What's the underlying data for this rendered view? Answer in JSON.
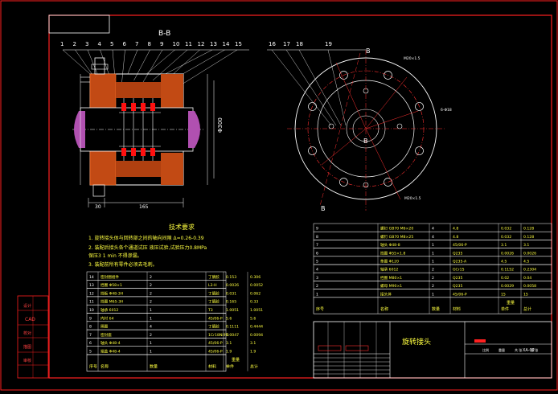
{
  "section_label": "B-B",
  "callouts_left": [
    "1",
    "2",
    "3",
    "4",
    "5",
    "6",
    "7",
    "8",
    "9",
    "10",
    "11",
    "12",
    "13",
    "14",
    "15"
  ],
  "callouts_right": [
    "16",
    "17",
    "18",
    "19"
  ],
  "cut_marks": {
    "top": "B",
    "bottom": "B",
    "center": "B"
  },
  "dim_left_a": "30",
  "dim_left_b": "165",
  "dim_diameter": "Φ300",
  "tech_title": "技术要求",
  "tech_notes": [
    "1. 旋转接头体与回转部之间的轴向间隙 Δ=0.26-0.39",
    "2. 装配后接头各个通道试压 液压试验,试验压力0.8MPa",
    "   保压3 1 min   不得渗漏。",
    "3. 装配前所有零件必须去毛刺。"
  ],
  "bom_left": [
    {
      "no": "14",
      "name": "密封圈组件",
      "qty": "2",
      "mat": "丁腈胶",
      "w1": "0.153",
      "w2": "0.306"
    },
    {
      "no": "13",
      "name": "挡圈 Φ58×1",
      "qty": "2",
      "mat": "L3-H",
      "w1": "0.0026",
      "w2": "0.0052"
    },
    {
      "no": "12",
      "name": "挡板 Φ48-3H",
      "qty": "2",
      "mat": "丁腈胶",
      "w1": "0.031",
      "w2": "0.062"
    },
    {
      "no": "11",
      "name": "挡圈 M65-3H",
      "qty": "2",
      "mat": "丁腈胶",
      "w1": "0.165",
      "w2": "0.33"
    },
    {
      "no": "10",
      "name": "轴承 6012",
      "qty": "1",
      "mat": "T3",
      "w1": "1.0051",
      "w2": "1.0051"
    },
    {
      "no": "9",
      "name": "内衬 64",
      "qty": "1",
      "mat": "45/06-P",
      "w1": "5.6",
      "w2": "5.6"
    },
    {
      "no": "8",
      "name": "隔圈",
      "qty": "4",
      "mat": "丁腈胶",
      "w1": "0.1111",
      "w2": "0.4444"
    },
    {
      "no": "7",
      "name": "密封座",
      "qty": "2",
      "mat": "1Cr18Ni9Ti",
      "w1": "0.0047",
      "w2": "0.0094"
    },
    {
      "no": "6",
      "name": "轴头 Φ48-4",
      "qty": "1",
      "mat": "45/06-P",
      "w1": "3.1",
      "w2": "3.1"
    },
    {
      "no": "5",
      "name": "端盖 Φ48-4",
      "qty": "1",
      "mat": "45/06-P",
      "w1": "1.9",
      "w2": "1.9"
    }
  ],
  "bom_left_header": {
    "no": "序号",
    "name": "名称",
    "qty": "数量",
    "mat": "材料",
    "w1": "单件",
    "w2": "总计",
    "wt": "重量"
  },
  "bom_right": [
    {
      "no": "9",
      "name": "螺钉 GB70 M6×20",
      "qty": "4",
      "mat": "4.8",
      "w1": "0.032",
      "w2": "0.128"
    },
    {
      "no": "8",
      "name": "螺钉 GB70 M8×25",
      "qty": "4",
      "mat": "4.8",
      "w1": "0.032",
      "w2": "0.128"
    },
    {
      "no": "7",
      "name": "轴头 Φ48-8",
      "qty": "1",
      "mat": "45/06-P",
      "w1": "3.1",
      "w2": "3.1"
    },
    {
      "no": "6",
      "name": "挡圈 Φ55×1.8",
      "qty": "1",
      "mat": "Q235",
      "w1": "0.0026",
      "w2": "0.0026"
    },
    {
      "no": "5",
      "name": "垫圈 Φ120",
      "qty": "1",
      "mat": "Q235-A",
      "w1": "4.5",
      "w2": "4.5"
    },
    {
      "no": "4",
      "name": "轴承 6012",
      "qty": "2",
      "mat": "GCr15",
      "w1": "0.1152",
      "w2": "0.2304"
    },
    {
      "no": "3",
      "name": "挡圈 M80×1",
      "qty": "2",
      "mat": "Q235",
      "w1": "0.02",
      "w2": "0.04"
    },
    {
      "no": "2",
      "name": "螺母 M90×1",
      "qty": "2",
      "mat": "Q235",
      "w1": "0.0029",
      "w2": "0.0058"
    },
    {
      "no": "1",
      "name": "接头体",
      "qty": "1",
      "mat": "45/06-P",
      "w1": "15",
      "w2": "15"
    }
  ],
  "side_labels": [
    "设计",
    "CAD",
    "校对",
    "描图",
    "审核"
  ],
  "drawing_title": "旋转接头",
  "title_small": [
    "比例",
    "重量",
    "共 张",
    "第 张"
  ],
  "drawing_code": "XA-02",
  "dim_r_label": "M20×1.5",
  "dim_r_label2": "6-Φ18"
}
